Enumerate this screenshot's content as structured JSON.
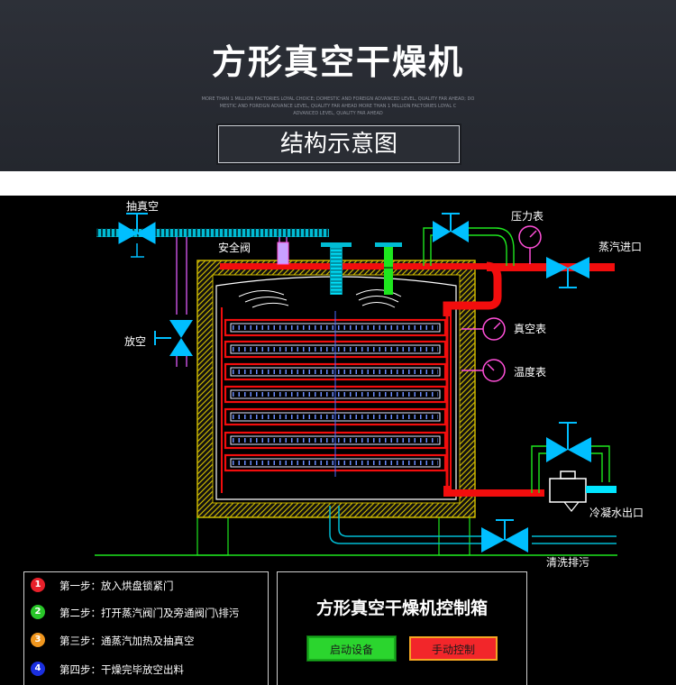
{
  "header": {
    "title": "方形真空干燥机",
    "tagline_lines": [
      "MORE THAN 1 MILLION FACTORIES LOYAL CHOICE; DOMESTIC AND FOREIGN ADVANCED LEVEL, QUALITY FAR AHEAD; DO",
      "MESTIC AND FOREIGN ADVANCE LEVEL, QUALITY FAR AHEAD MORE THAN 1 MILLION FACTORIES LOYAL C",
      "ADVANCED LEVEL, QUALITY FAR AHEAD"
    ],
    "subtitle": "结构示意图"
  },
  "diagram": {
    "labels": {
      "vacuum_pump": "抽真空",
      "safety_valve": "安全阀",
      "pressure_gauge": "压力表",
      "steam_inlet": "蒸汽进口",
      "vent": "放空",
      "vacuum_gauge": "真空表",
      "thermometer": "温度表",
      "condensate_outlet": "冷凝水出口",
      "cleaning_drain": "清洗排污"
    },
    "colors": {
      "steam_pipe": "#f20d0d",
      "vacuum_pipe": "#00d4ff",
      "insulation": "#c8b400",
      "frame": "#1ee61e",
      "gauge": "#ff4fd8",
      "valve": "#00bfff"
    }
  },
  "steps": [
    {
      "num": "1",
      "color": "#e8202a",
      "text": "第一步：放入烘盘锁紧门"
    },
    {
      "num": "2",
      "color": "#28c628",
      "text": "第二步：打开蒸汽阀门及旁通阀门\\排污"
    },
    {
      "num": "3",
      "color": "#f0961e",
      "text": "第三步：通蒸汽加热及抽真空"
    },
    {
      "num": "4",
      "color": "#1a2fe0",
      "text": "第四步：干燥完毕放空出料"
    }
  ],
  "control": {
    "title": "方形真空干燥机控制箱",
    "start_label": "启动设备",
    "manual_label": "手动控制"
  }
}
